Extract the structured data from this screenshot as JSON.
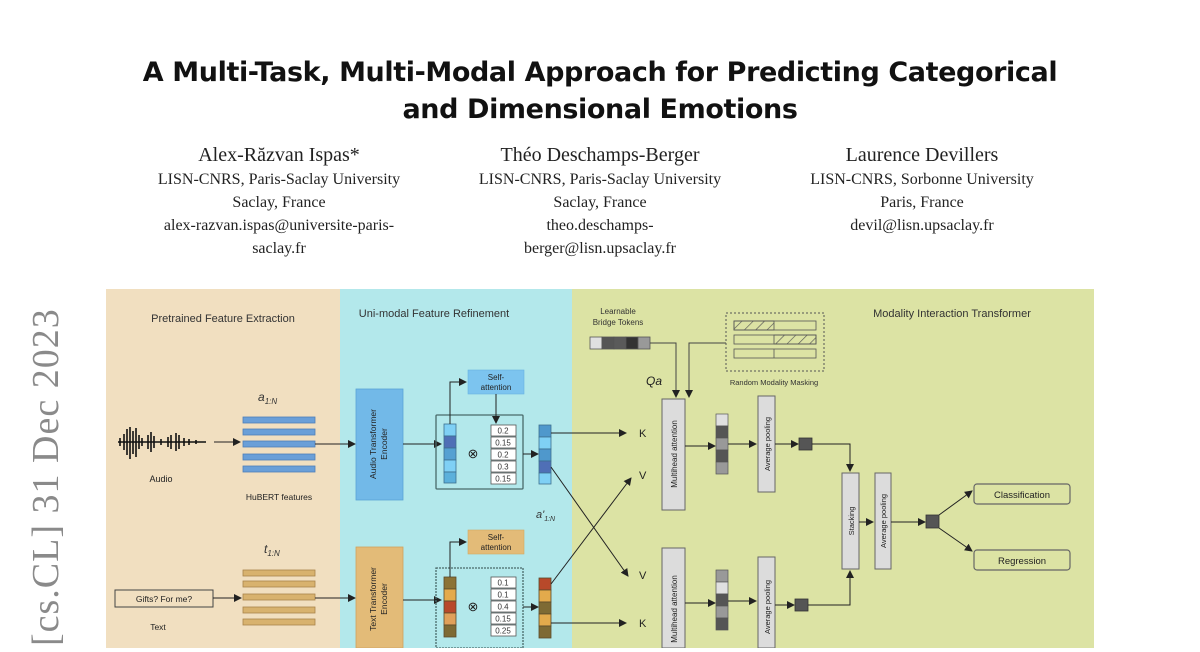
{
  "title": {
    "line1": "A Multi-Task, Multi-Modal Approach for Predicting Categorical",
    "line2": "and Dimensional Emotions"
  },
  "authors": [
    {
      "name": "Alex-Răzvan Ispas*",
      "lines": [
        "LISN-CNRS, Paris-Saclay University",
        "Saclay, France",
        "alex-razvan.ispas@universite-paris-",
        "saclay.fr"
      ]
    },
    {
      "name": "Théo Deschamps-Berger",
      "lines": [
        "LISN-CNRS, Paris-Saclay University",
        "Saclay, France",
        "theo.deschamps-",
        "berger@lisn.upsaclay.fr"
      ]
    },
    {
      "name": "Laurence Devillers",
      "lines": [
        "LISN-CNRS, Sorbonne University",
        "Paris, France",
        "devil@lisn.upsaclay.fr"
      ]
    }
  ],
  "arxiv_sidebar": "[cs.CL]  31 Dec 2023",
  "figure": {
    "sections": {
      "extraction": "Pretrained Feature Extraction",
      "refinement": "Uni-modal Feature Refinement",
      "interaction": "Modality Interaction Transformer"
    },
    "colors": {
      "extraction_bg": "#f1dfc0",
      "refinement_bg": "#b3e8eb",
      "interaction_bg": "#dce3a4",
      "audio_feature": "#6a9fd8",
      "text_feature": "#d8b26e",
      "audio_encoder": "#72b9e8",
      "text_encoder": "#e3bb78",
      "block_gray": "#dcdcdc"
    },
    "audio": {
      "input_label": "Audio",
      "features_symbol": "a",
      "features_subscript": "1:N",
      "features_label": "HuBERT features",
      "encoder_label_1": "Audio Transformer",
      "encoder_label_2": "Encoder",
      "self_attention_1": "Self-",
      "self_attention_2": "attention",
      "weights": [
        "0.2",
        "0.15",
        "0.2",
        "0.3",
        "0.15"
      ],
      "refined_symbol": "a'",
      "refined_subscript": "1:N"
    },
    "text": {
      "input_value": "Gifts? For me?",
      "input_label": "Text",
      "features_symbol": "t",
      "features_subscript": "1:N",
      "encoder_label_1": "Text Transformer",
      "encoder_label_2": "Encoder",
      "self_attention_1": "Self-",
      "self_attention_2": "attention",
      "weights": [
        "0.1",
        "0.1",
        "0.4",
        "0.15",
        "0.25"
      ]
    },
    "interaction": {
      "bridge_label_1": "Learnable",
      "bridge_label_2": "Bridge Tokens",
      "query_label": "Qa",
      "masking_label": "Random Modality Masking",
      "key_label": "K",
      "value_label": "V",
      "multihead_label": "Multihead attention",
      "avg_pooling_label": "Average pooling",
      "stacking_label": "Stacking",
      "outputs": [
        "Classification",
        "Regression"
      ]
    }
  }
}
